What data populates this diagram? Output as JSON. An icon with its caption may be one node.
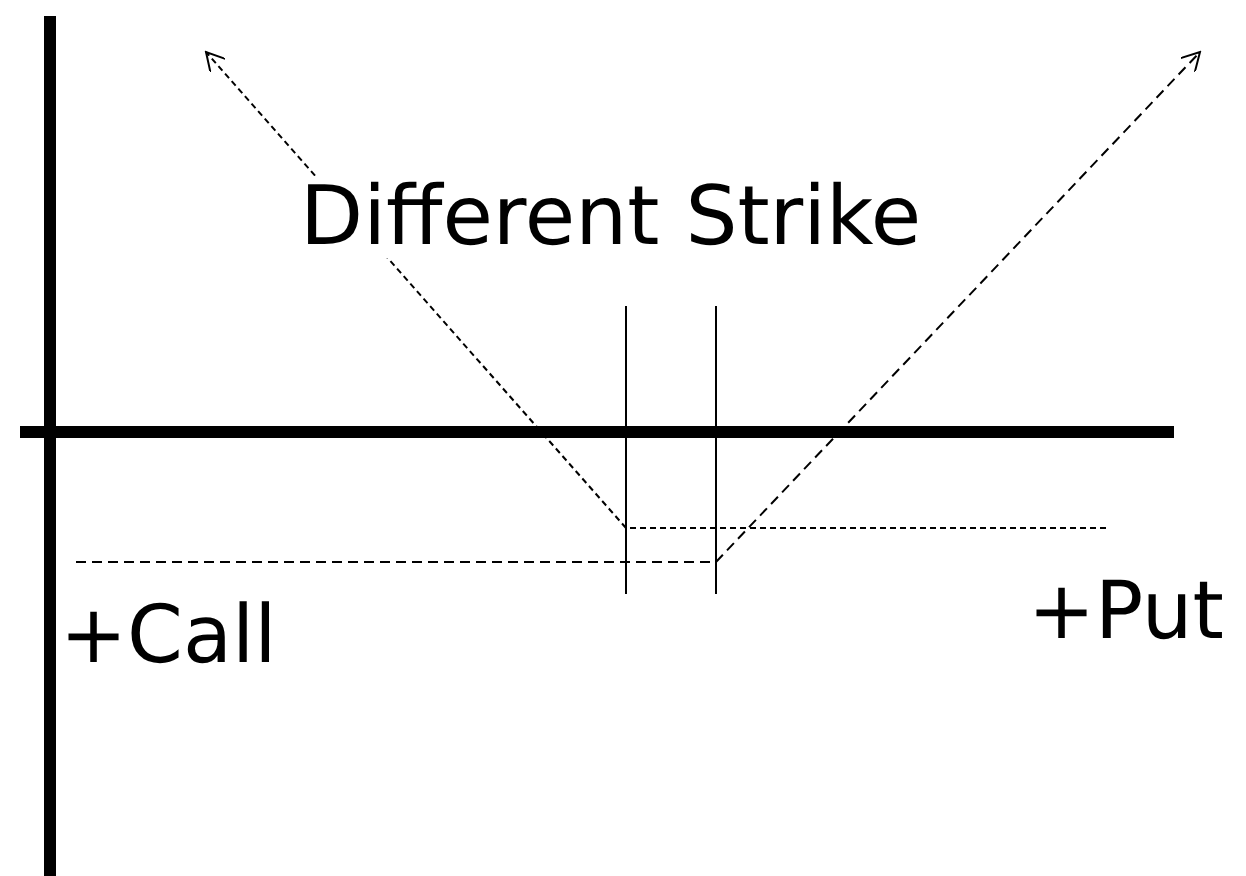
{
  "diagram": {
    "labels": [
      "Different Strike",
      "+Call",
      "+Put"
    ]
  }
}
